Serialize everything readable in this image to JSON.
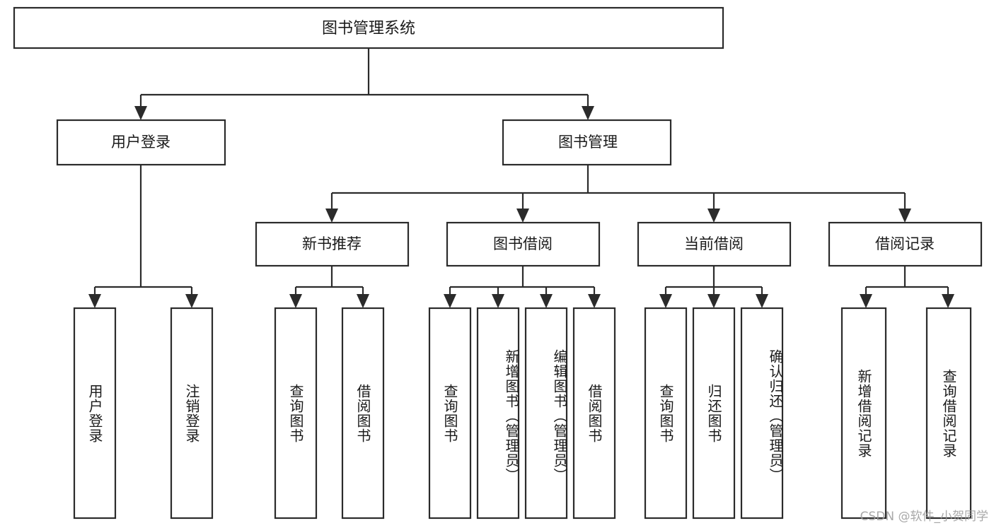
{
  "diagram": {
    "type": "tree",
    "title": "图书管理系统",
    "theme": {
      "background": "#ffffff",
      "box_fill": "#ffffff",
      "box_stroke": "#2b2b2b",
      "text_color": "#1a1a1a",
      "watermark_color": "#9a9a9a"
    },
    "root": {
      "label": "图书管理系统"
    },
    "level2": [
      {
        "label": "用户登录"
      },
      {
        "label": "图书管理"
      }
    ],
    "level3": [
      {
        "label": "新书推荐"
      },
      {
        "label": "图书借阅"
      },
      {
        "label": "当前借阅"
      },
      {
        "label": "借阅记录"
      }
    ],
    "leaves": {
      "user_login": [
        {
          "label": "用户登录"
        },
        {
          "label": "注销登录"
        }
      ],
      "new_book": [
        {
          "label": "查询图书"
        },
        {
          "label": "借阅图书"
        }
      ],
      "book_borrow": [
        {
          "label": "查询图书"
        },
        {
          "label": "新增图书（管理员）"
        },
        {
          "label": "编辑图书（管理员）"
        },
        {
          "label": "借阅图书"
        }
      ],
      "current_borrow": [
        {
          "label": "查询图书"
        },
        {
          "label": "归还图书"
        },
        {
          "label": "确认归还（管理员）"
        }
      ],
      "borrow_record": [
        {
          "label": "新增借阅记录"
        },
        {
          "label": "查询借阅记录"
        }
      ]
    }
  },
  "watermark": {
    "text": "CSDN @软件_小贺同学"
  }
}
